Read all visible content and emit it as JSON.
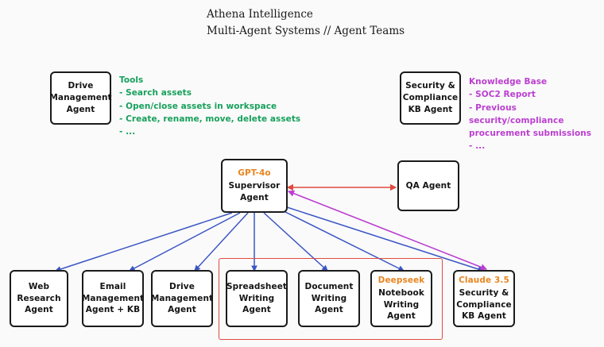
{
  "title": {
    "line1": "Athena Intelligence",
    "line2": "Multi-Agent Systems // Agent Teams"
  },
  "colors": {
    "background": "#fafafa",
    "node_border": "#1b1b1b",
    "model_tag": "#e8851f",
    "tools_green": "#17a05c",
    "kb_purple": "#bb3fd0",
    "arrow_blue": "#3b55c4",
    "arrow_red": "#e04a3f",
    "arrow_purple": "#bb3fd0",
    "group_rect": "#e04a3f"
  },
  "nodes": {
    "drive_top": {
      "lines": [
        "Drive",
        "Management",
        "Agent"
      ]
    },
    "security_kb_top": {
      "lines": [
        "Security &",
        "Compliance",
        "KB Agent"
      ]
    },
    "supervisor": {
      "model": "GPT-4o",
      "lines": [
        "Supervisor",
        "Agent"
      ]
    },
    "qa": {
      "lines": [
        "QA Agent"
      ]
    }
  },
  "annotations": {
    "tools": {
      "heading": "Tools",
      "items": [
        "- Search assets",
        "- Open/close assets in workspace",
        "- Create, rename, move, delete assets",
        "- ..."
      ]
    },
    "knowledge_base": {
      "heading": "Knowledge Base",
      "items": [
        "- SOC2 Report",
        "- Previous security/compliance",
        "procurement submissions",
        "- ..."
      ]
    }
  },
  "worker_agents": [
    {
      "model": "",
      "lines": [
        "Web",
        "Research",
        "Agent"
      ]
    },
    {
      "model": "",
      "lines": [
        "Email",
        "Management",
        "Agent + KB"
      ]
    },
    {
      "model": "",
      "lines": [
        "Drive",
        "Management",
        "Agent"
      ]
    },
    {
      "model": "",
      "lines": [
        "Spreadsheet",
        "Writing",
        "Agent"
      ]
    },
    {
      "model": "",
      "lines": [
        "Document",
        "Writing",
        "Agent"
      ]
    },
    {
      "model": "Deepseek",
      "lines": [
        "Notebook",
        "Writing",
        "Agent"
      ]
    },
    {
      "model": "Claude 3.5",
      "lines": [
        "Security &",
        "Compliance",
        "KB Agent"
      ]
    }
  ]
}
